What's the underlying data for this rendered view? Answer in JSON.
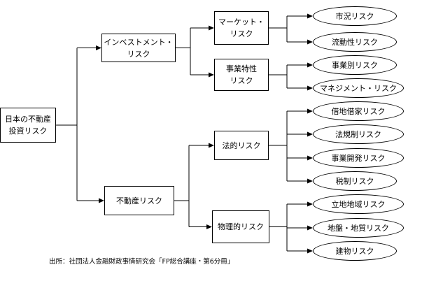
{
  "root": {
    "label": "日本の不動産\n投資リスク"
  },
  "branches": [
    {
      "label": "インベストメント・\nリスク",
      "groups": [
        {
          "label": "マーケット・\nリスク",
          "items": [
            "市況リスク",
            "流動性リスク"
          ]
        },
        {
          "label": "事業特性\nリスク",
          "items": [
            "事業別リスク",
            "マネジメント・リスク"
          ]
        }
      ]
    },
    {
      "label": "不動産リスク",
      "groups": [
        {
          "label": "法的リスク",
          "items": [
            "借地借家リスク",
            "法規制リスク",
            "事業開発リスク",
            "税制リスク"
          ]
        },
        {
          "label": "物理的リスク",
          "items": [
            "立地地域リスク",
            "地盤・地質リスク",
            "建物リスク"
          ]
        }
      ]
    }
  ],
  "source": "出所：社団法人金融財政事情研究会「FP総合講座・第6分冊」"
}
